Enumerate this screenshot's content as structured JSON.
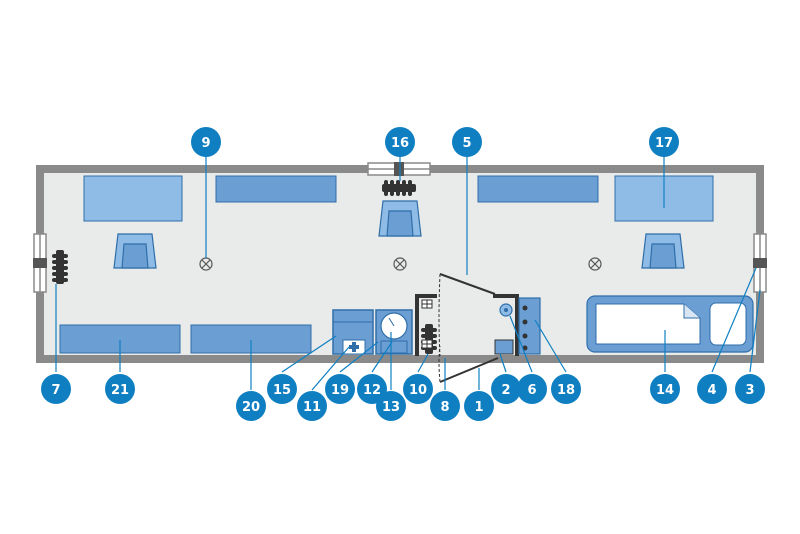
{
  "colors": {
    "wall": "#8a8a8a",
    "floor": "#e9ebeb",
    "furniture": "#6b9fd4",
    "furniture_light": "#8fbce6",
    "furniture_stroke": "#2f6ea8",
    "badge": "#0f7fc2",
    "leader": "#0f7fc2"
  },
  "labels": {
    "n1": "1",
    "n2": "2",
    "n3": "3",
    "n4": "4",
    "n5": "5",
    "n6": "6",
    "n7": "7",
    "n8": "8",
    "n9": "9",
    "n10": "10",
    "n11": "11",
    "n12": "12",
    "n13": "13",
    "n14": "14",
    "n15": "15",
    "n16": "16",
    "n17": "17",
    "n18": "18",
    "n19": "19",
    "n20": "20",
    "n21": "21"
  }
}
